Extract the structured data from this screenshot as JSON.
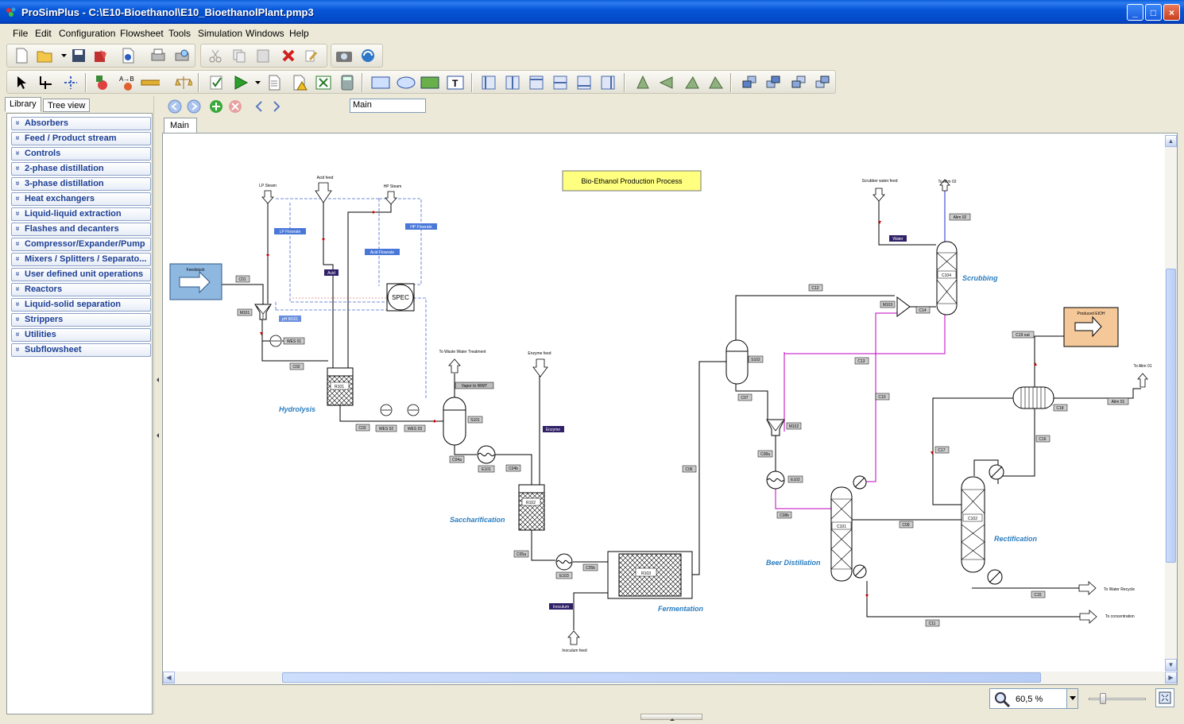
{
  "window": {
    "title": "ProSimPlus - C:\\E10-Bioethanol\\E10_BioethanolPlant.pmp3",
    "controls": [
      "_",
      "□",
      "×"
    ]
  },
  "menu": [
    "File",
    "Edit",
    "Configuration",
    "Flowsheet",
    "Tools",
    "Simulation",
    "Windows",
    "Help"
  ],
  "left_panel": {
    "tabs": [
      "Library",
      "Tree view"
    ],
    "categories": [
      "Absorbers",
      "Feed / Product stream",
      "Controls",
      "2-phase distillation",
      "3-phase distillation",
      "Heat exchangers",
      "Liquid-liquid extraction",
      "Flashes and decanters",
      "Compressor/Expander/Pump",
      "Mixers / Splitters / Separato...",
      "User defined unit operations",
      "Reactors",
      "Liquid-solid separation",
      "Strippers",
      "Utilities",
      "Subflowsheet"
    ]
  },
  "document": {
    "name_field": "Main",
    "tab": "Main",
    "zoom": "60,5 %"
  },
  "flowsheet": {
    "title": "Bio-Ethanol Production Process",
    "sections": [
      "Hydrolysis",
      "Saccharification",
      "Fermentation",
      "Beer Distillation",
      "Rectification",
      "Scrubbing"
    ],
    "feeds": {
      "feedstock": "Feedstock",
      "lp_steam": "LP Steam",
      "acid_feed": "Acid feed",
      "hp_steam": "HP Steam",
      "enzyme_feed": "Enzyme feed",
      "inoculum_feed": "Inoculum feed",
      "scrubber_water": "Scrubber water feed",
      "waste_water": "To Waste Water Treatment",
      "to_alim02": "To Alim 02",
      "to_alim01": "To Alim 01",
      "to_water_recycle": "To Water Recycle",
      "to_concentration": "To concentration",
      "produced_etoh": "Produced EtOH"
    },
    "units": {
      "spec": "SPEC",
      "r101": "R101",
      "r102": "R102",
      "r103": "R103",
      "c101": "C101",
      "c102": "C102",
      "c104": "C104",
      "m101": "M101",
      "m102": "M102",
      "m103": "M103",
      "s101": "S101",
      "s102": "S102",
      "e101": "E101",
      "e102": "E102",
      "e103": "E103",
      "wes01": "WES 01",
      "wes02": "WES 02",
      "wes03": "WES 03"
    },
    "info_labels": {
      "lp_flowrate": "LP Flowrate",
      "hp_flowrate": "HP Flowrate",
      "acid_flowrate": "Acid Flowrate",
      "ph_m101": "pH M101",
      "acid": "Acid",
      "enzyme": "Enzyme",
      "inoculum": "Inoculum",
      "water": "Water",
      "alim02": "Alim 02",
      "alim01": "Alim 01",
      "vapor_wwt": "Vapor to WWT"
    },
    "streams": {
      "c01": "C01",
      "c02": "C02",
      "c03": "C03",
      "c04a": "C04a",
      "c04b": "C04b",
      "c05a": "C05a",
      "c05b": "C05b",
      "c06": "C06",
      "c07": "C07",
      "c08a": "C08a",
      "c08b": "C08b",
      "c09": "C09",
      "c10": "C10",
      "c11": "C11",
      "c12": "C12",
      "c13": "C13",
      "c14": "C14",
      "c15": "C15",
      "c16": "C16",
      "c17": "C17",
      "c18": "C18",
      "c19out": "C19 out",
      "c03b": "C03"
    }
  }
}
